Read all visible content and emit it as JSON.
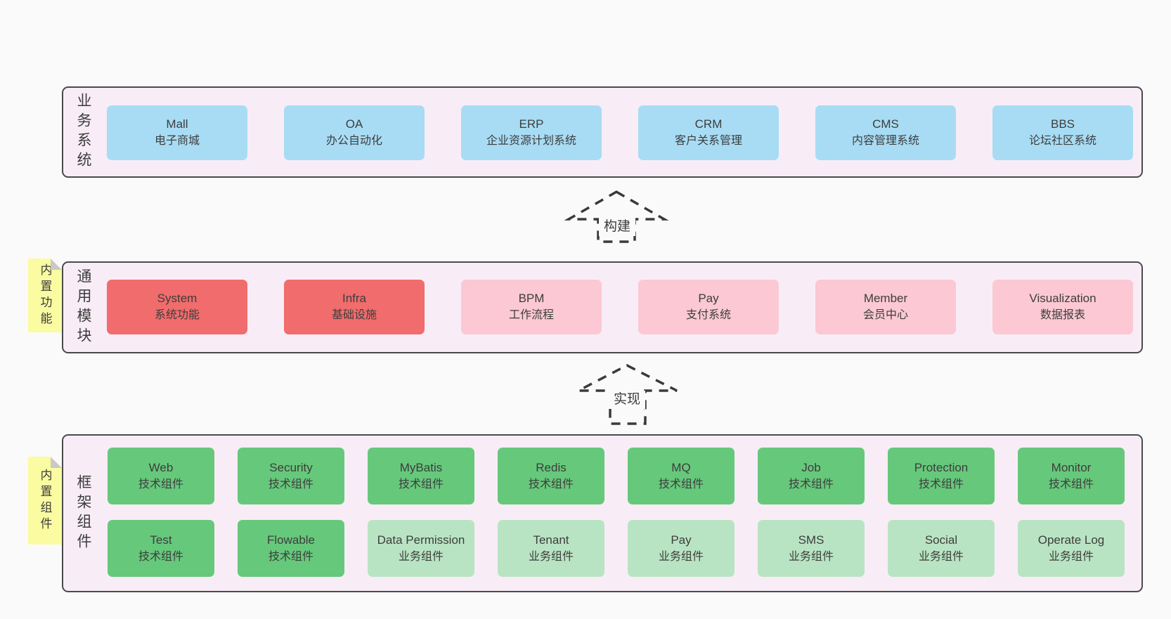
{
  "colors": {
    "canvas_bg": "#fafafa",
    "band_bg": "#f8edf6",
    "band_border": "#4a4a4a",
    "blue": "#a8dcf4",
    "red": "#f16c6c",
    "pink": "#fbc8d3",
    "green": "#66c87b",
    "light_green": "#b9e4c3",
    "note_bg": "#fbfba2",
    "note_fold": "#c9c9c9",
    "text": "#3d3d3d",
    "arrow": "#3a3a3a"
  },
  "bands": [
    {
      "label": "业务系统",
      "rows": [
        [
          {
            "name": "Mall",
            "desc": "电子商城",
            "variant": "blue"
          },
          {
            "name": "OA",
            "desc": "办公自动化",
            "variant": "blue"
          },
          {
            "name": "ERP",
            "desc": "企业资源计划系统",
            "variant": "blue"
          },
          {
            "name": "CRM",
            "desc": "客户关系管理",
            "variant": "blue"
          },
          {
            "name": "CMS",
            "desc": "内容管理系统",
            "variant": "blue"
          },
          {
            "name": "BBS",
            "desc": "论坛社区系统",
            "variant": "blue"
          }
        ]
      ]
    },
    {
      "label": "通用模块",
      "note": "内置功能",
      "rows": [
        [
          {
            "name": "System",
            "desc": "系统功能",
            "variant": "red"
          },
          {
            "name": "Infra",
            "desc": "基础设施",
            "variant": "red"
          },
          {
            "name": "BPM",
            "desc": "工作流程",
            "variant": "pink"
          },
          {
            "name": "Pay",
            "desc": "支付系统",
            "variant": "pink"
          },
          {
            "name": "Member",
            "desc": "会员中心",
            "variant": "pink"
          },
          {
            "name": "Visualization",
            "desc": "数据报表",
            "variant": "pink"
          }
        ]
      ]
    },
    {
      "label": "框架组件",
      "note": "内置组件",
      "rows": [
        [
          {
            "name": "Web",
            "desc": "技术组件",
            "variant": "green"
          },
          {
            "name": "Security",
            "desc": "技术组件",
            "variant": "green"
          },
          {
            "name": "MyBatis",
            "desc": "技术组件",
            "variant": "green"
          },
          {
            "name": "Redis",
            "desc": "技术组件",
            "variant": "green"
          },
          {
            "name": "MQ",
            "desc": "技术组件",
            "variant": "green"
          },
          {
            "name": "Job",
            "desc": "技术组件",
            "variant": "green"
          },
          {
            "name": "Protection",
            "desc": "技术组件",
            "variant": "green"
          },
          {
            "name": "Monitor",
            "desc": "技术组件",
            "variant": "green"
          }
        ],
        [
          {
            "name": "Test",
            "desc": "技术组件",
            "variant": "green"
          },
          {
            "name": "Flowable",
            "desc": "技术组件",
            "variant": "green"
          },
          {
            "name": "Data Permission",
            "desc": "业务组件",
            "variant": "light_green"
          },
          {
            "name": "Tenant",
            "desc": "业务组件",
            "variant": "light_green"
          },
          {
            "name": "Pay",
            "desc": "业务组件",
            "variant": "light_green"
          },
          {
            "name": "SMS",
            "desc": "业务组件",
            "variant": "light_green"
          },
          {
            "name": "Social",
            "desc": "业务组件",
            "variant": "light_green"
          },
          {
            "name": "Operate Log",
            "desc": "业务组件",
            "variant": "light_green"
          }
        ]
      ]
    }
  ],
  "arrows": [
    {
      "label": "构建"
    },
    {
      "label": "实现"
    }
  ]
}
